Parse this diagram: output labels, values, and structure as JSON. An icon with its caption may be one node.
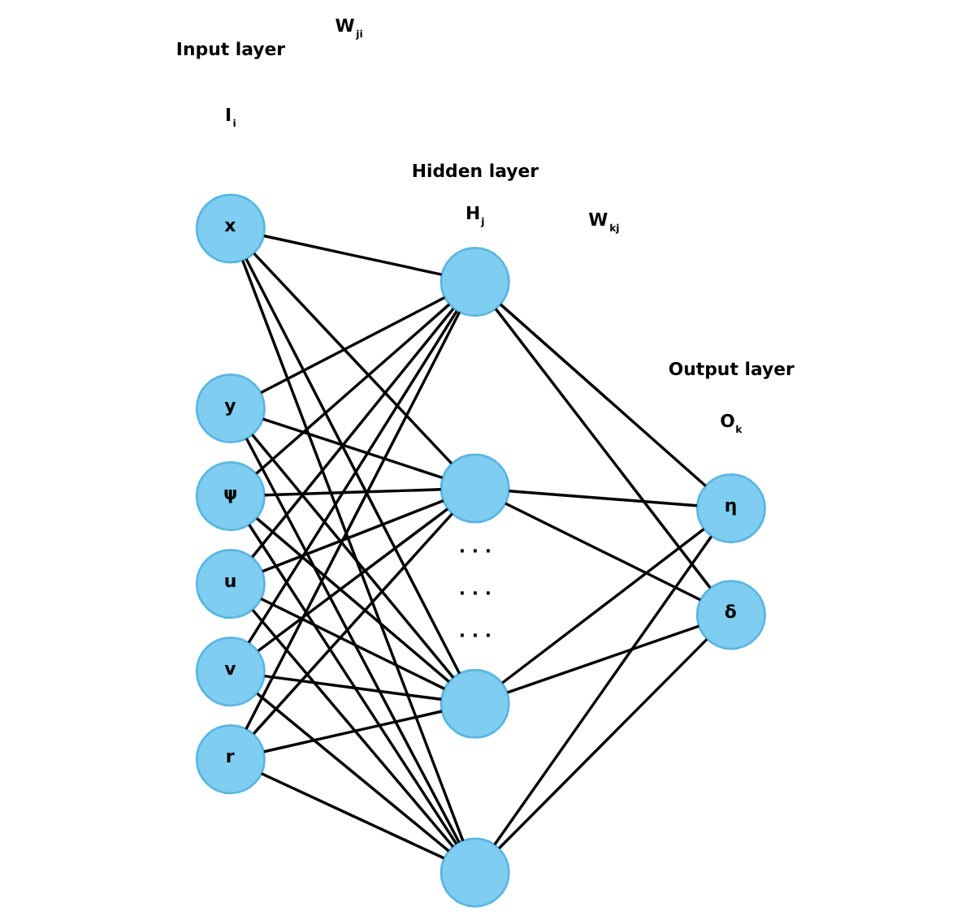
{
  "diagram": {
    "nodes": [
      {
        "text": [
          "x"
        ]
      },
      {
        "text": [
          "y"
        ]
      },
      {
        "text": [
          "ψ"
        ]
      },
      {
        "text": [
          "u"
        ]
      },
      {
        "text": [
          "v"
        ]
      },
      {
        "text": [
          "r"
        ]
      },
      {
        "text": [],
        "shape": "circle"
      },
      {
        "text": [],
        "shape": "circle"
      },
      {
        "text": [],
        "shape": "circle"
      },
      {
        "text": [],
        "shape": "circle"
      },
      {
        "text": [
          "η"
        ]
      },
      {
        "text": [
          "δ"
        ]
      }
    ],
    "edges": [
      {
        "from": 0,
        "to": 6,
        "arrow": "none"
      },
      {
        "from": 0,
        "to": 7,
        "arrow": "none"
      },
      {
        "from": 0,
        "to": 8,
        "arrow": "none"
      },
      {
        "from": 0,
        "to": 9,
        "arrow": "none"
      },
      {
        "from": 1,
        "to": 6,
        "arrow": "none"
      },
      {
        "from": 1,
        "to": 7,
        "arrow": "none"
      },
      {
        "from": 1,
        "to": 8,
        "arrow": "none"
      },
      {
        "from": 1,
        "to": 9,
        "arrow": "none"
      },
      {
        "from": 2,
        "to": 6,
        "arrow": "none"
      },
      {
        "from": 2,
        "to": 7,
        "arrow": "none"
      },
      {
        "from": 2,
        "to": 8,
        "arrow": "none"
      },
      {
        "from": 2,
        "to": 9,
        "arrow": "none"
      },
      {
        "from": 3,
        "to": 6,
        "arrow": "none"
      },
      {
        "from": 3,
        "to": 7,
        "arrow": "none"
      },
      {
        "from": 3,
        "to": 8,
        "arrow": "none"
      },
      {
        "from": 3,
        "to": 9,
        "arrow": "none"
      },
      {
        "from": 4,
        "to": 6,
        "arrow": "none"
      },
      {
        "from": 4,
        "to": 7,
        "arrow": "none"
      },
      {
        "from": 4,
        "to": 8,
        "arrow": "none"
      },
      {
        "from": 4,
        "to": 9,
        "arrow": "none"
      },
      {
        "from": 5,
        "to": 6,
        "arrow": "none"
      },
      {
        "from": 5,
        "to": 7,
        "arrow": "none"
      },
      {
        "from": 5,
        "to": 8,
        "arrow": "none"
      },
      {
        "from": 5,
        "to": 9,
        "arrow": "none"
      },
      {
        "from": 6,
        "to": 10,
        "arrow": "none"
      },
      {
        "from": 6,
        "to": 11,
        "arrow": "none"
      },
      {
        "from": 7,
        "to": 10,
        "arrow": "none"
      },
      {
        "from": 7,
        "to": 11,
        "arrow": "none"
      },
      {
        "from": 8,
        "to": 10,
        "arrow": "none"
      },
      {
        "from": 8,
        "to": 11,
        "arrow": "none"
      },
      {
        "from": 9,
        "to": 10,
        "arrow": "none"
      },
      {
        "from": 9,
        "to": 11,
        "arrow": "none"
      }
    ],
    "labels": [
      "Input layer",
      "Hidden layer",
      "I$_{i}$",
      "H$_{j}$",
      "W$_{ji}$",
      "W$_{kj}$",
      "Output layer",
      "O$_{k}$",
      "· · ·",
      "· · ·",
      "· · ·"
    ]
  }
}
